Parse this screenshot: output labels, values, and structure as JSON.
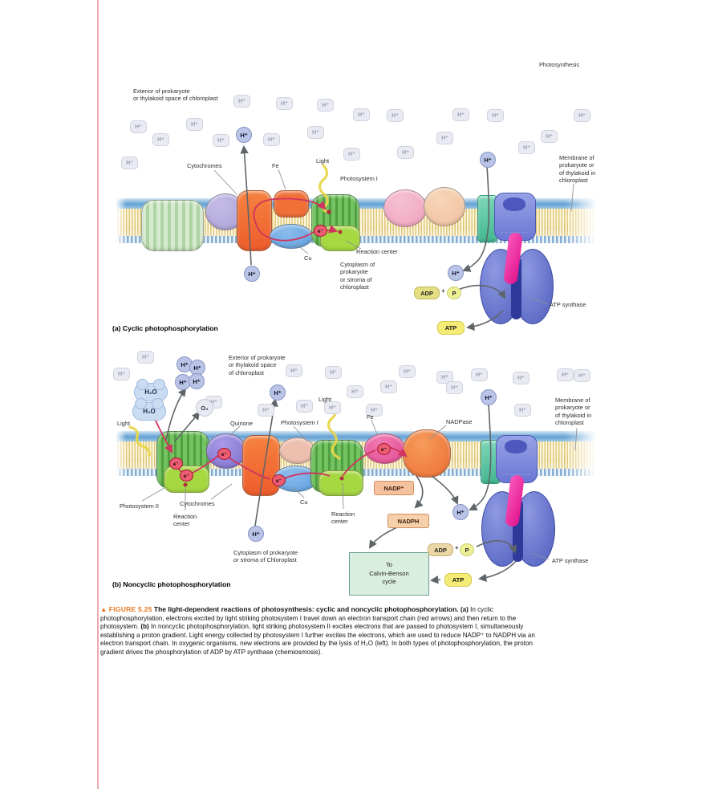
{
  "page": {
    "header": "Photosynthesis"
  },
  "tokens": {
    "h_plus": "H⁺",
    "electron": "e⁻",
    "h2o": "H₂O",
    "o2": "O₂",
    "adp": "ADP",
    "plus": "+",
    "p": "P",
    "atp": "ATP"
  },
  "panel_a": {
    "title": "(a) Cyclic photophosphorylation",
    "labels": {
      "exterior": "Exterior of prokaryote\nor thylakoid space of chloroplast",
      "cytochromes": "Cytochromes",
      "fe": "Fe",
      "light": "Light",
      "photosystem1": "Photosystem I",
      "reaction_center": "Reaction center",
      "cu": "Cu",
      "cytoplasm": "Cytoplasm of\nprokaryote\nor stroma of\nchloroplast",
      "membrane": "Membrane of\nprokaryote or\nof thylakoid in\nchloroplast",
      "atp_synthase": "ATP synthase"
    }
  },
  "panel_b": {
    "title": "(b) Noncyclic photophosphorylation",
    "labels": {
      "exterior": "Exterior of prokaryote\nor thylakoid space\nof chloroplast",
      "light1": "Light",
      "light2": "Light",
      "quinone": "Quinone",
      "photosystem1": "Photosystem I",
      "photosystem2": "Photosystem II",
      "fe": "Fe",
      "nadpase": "NADPase",
      "membrane": "Membrane of\nprokaryote or\nof thylakoid in\nchloroplast",
      "reaction_center1": "Reaction\ncenter",
      "reaction_center2": "Reaction\ncenter",
      "cytochromes": "Cytochromes",
      "cu": "Cu",
      "cytoplasm": "Cytoplasm of prokaryote\nor stroma of Chloroplast",
      "atp_synthase": "ATP synthase",
      "nadp": "NADP⁺",
      "nadph": "NADPH",
      "calvin": "To\nCalvin-Benson\ncycle"
    }
  },
  "caption": {
    "marker": "▲ ",
    "figure_label": "FIGURE 5.25",
    "title": "  The light-dependent reactions of photosynthesis: cyclic and noncyclic photophosphorylation. ",
    "a_label": "(a) ",
    "a_text": "In cyclic photophosphorylation, electrons excited by light striking photosystem I travel down an electron transport chain (red arrows) and then return to the photosystem. ",
    "b_label": "(b) ",
    "b_text": "In noncyclic photophosphorylation, light striking photosystem II excites electrons that are passed to photosystem I, simultaneously establishing a proton gradient. Light energy collected by photosystem I further excites the electrons, which are used to reduce NADP⁺ to NADPH via an electron transport chain. In oxygenic organisms, new electrons are provided by the lysis of H₂O (left). In both types of photophosphorylation, the proton gradient drives the phosphorylation of ADP by ATP synthase (chemiosmosis)."
  },
  "colors": {
    "red_arrow": "#cf3560",
    "gray_arrow": "#5f6569",
    "light_ray": "#e8d54a",
    "figure_orange": "#e87722",
    "atp_yellow": "#f4ec75",
    "nadp_box": "#f4c29e",
    "calvin_box": "#daeee0",
    "membrane_lipid": "#eedf9e",
    "membrane_edge_blue": "#63a2d4"
  }
}
